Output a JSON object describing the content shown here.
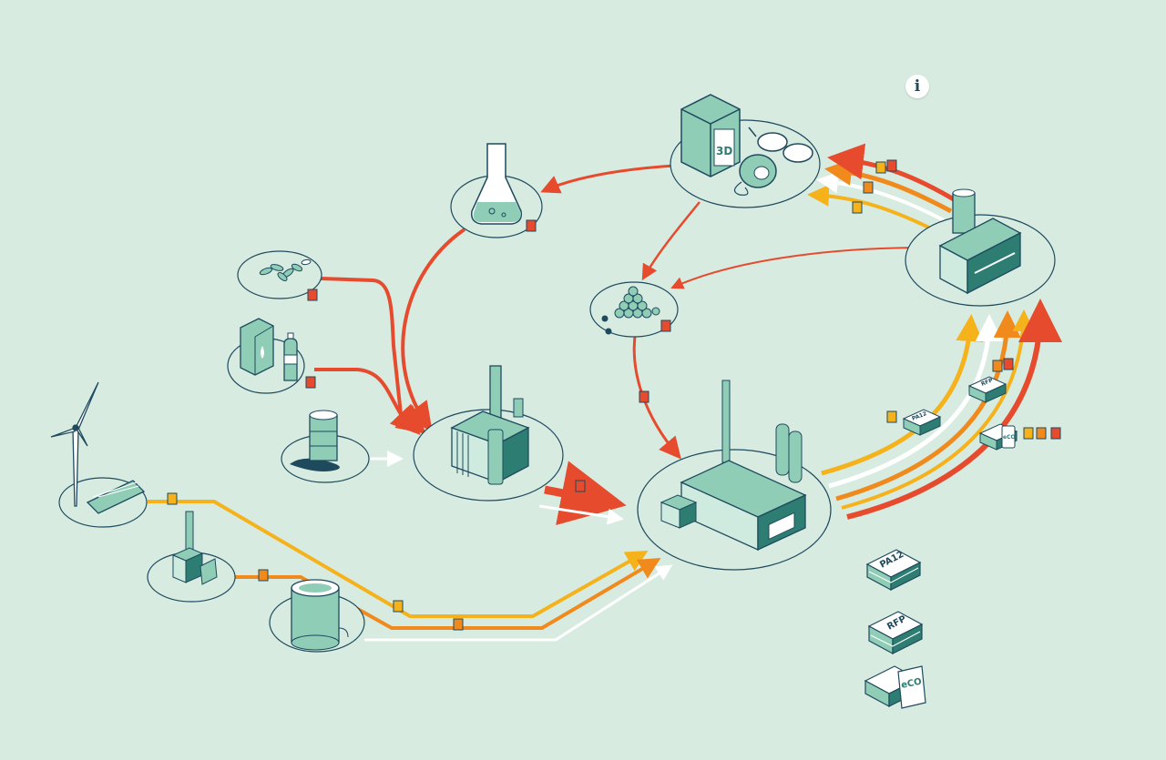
{
  "info_button": {
    "glyph": "i",
    "icon": "info-icon"
  },
  "colors": {
    "background": "#d7ebe1",
    "teal": "#8fcdb6",
    "teal_dark": "#2e7d73",
    "outline": "#1f4a5e",
    "red": "#e64b2e",
    "orange": "#f08a1c",
    "yellow": "#f5b21b",
    "white": "#ffffff"
  },
  "product_bags": [
    {
      "id": "pa12",
      "label": "PA12"
    },
    {
      "id": "rfp",
      "label": "RFP"
    },
    {
      "id": "eco",
      "label": "eCO"
    }
  ],
  "flow_bags": [
    {
      "id": "pa12",
      "label": "PA12"
    },
    {
      "id": "rfp",
      "label": "RFP"
    },
    {
      "id": "eco",
      "label": "eCO"
    }
  ]
}
